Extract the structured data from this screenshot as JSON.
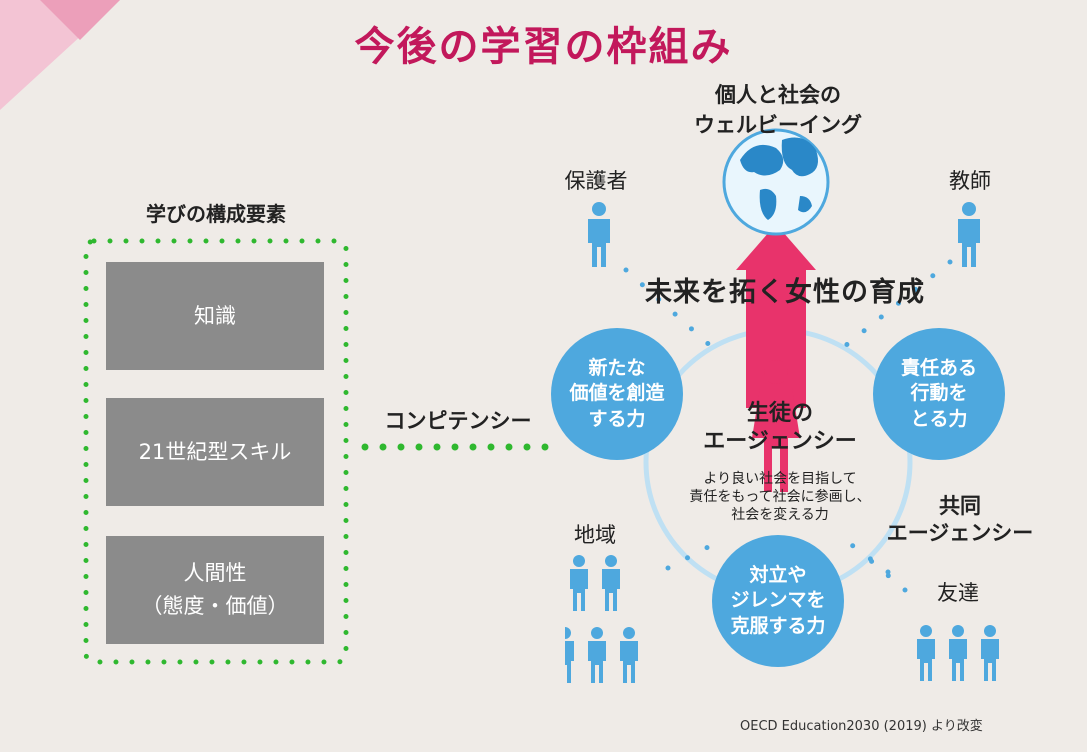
{
  "title": "今後の学習の枠組み",
  "wellbeing": "個人と社会の\nウェルビーイング",
  "elements_heading": "学びの構成要素",
  "elements": [
    "知識",
    "21世紀型スキル",
    "人間性\n（態度・価値）"
  ],
  "competency_label": "コンピテンシー",
  "banner": "未来を拓く女性の育成",
  "competencies": {
    "create_value": "新たな\n価値を創造\nする力",
    "responsibility": "責任ある\n行動を\nとる力",
    "reconcile": "対立や\nジレンマを\n克服する力"
  },
  "student_agency": {
    "title": "生徒の\nエージェンシー",
    "description": "より良い社会を目指して\n責任をもって社会に参画し、\n社会を変える力"
  },
  "co_agency": "共同\nエージェンシー",
  "people": {
    "parents": "保護者",
    "teachers": "教師",
    "community": "地域",
    "peers": "友達"
  },
  "source": "OECD Education2030 (2019) より改変",
  "colors": {
    "title": "#c2185b",
    "accent_pink": "#e8336b",
    "bubble_blue": "#4ea8de",
    "dots_green": "#2fb82f",
    "box_gray": "#8b8b8b"
  }
}
